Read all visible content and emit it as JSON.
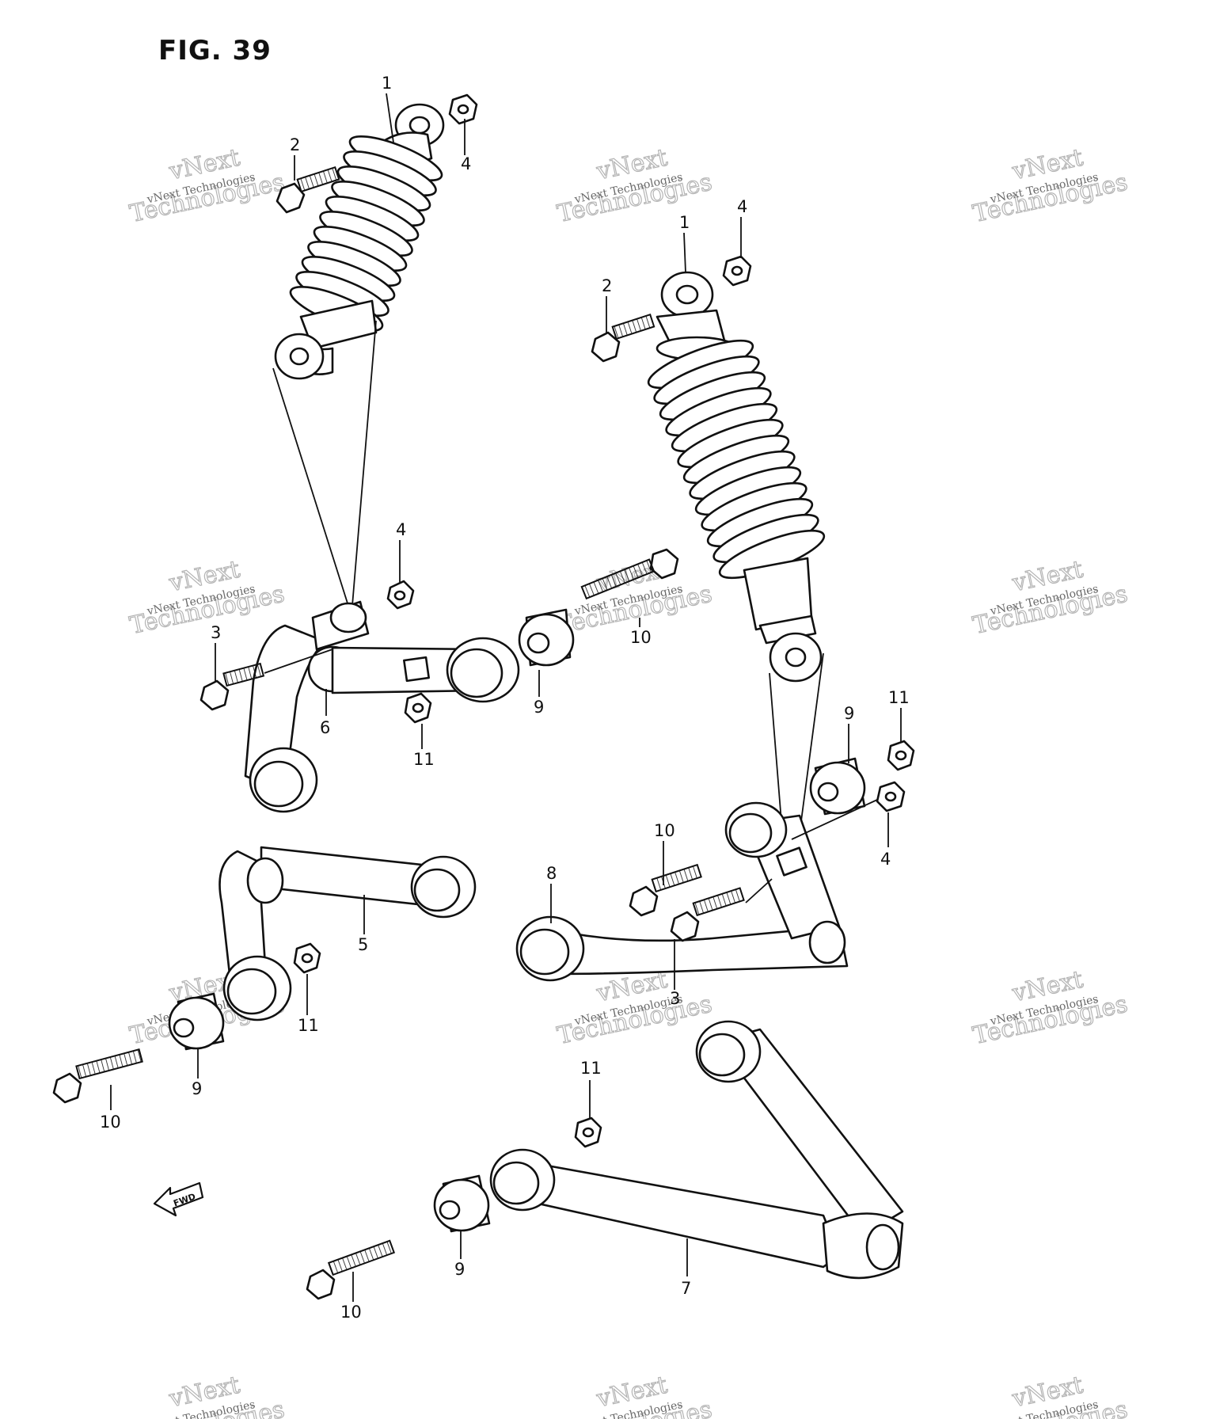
{
  "figure": {
    "title": "FIG. 39"
  },
  "watermark": {
    "line_small": "vNext Technologies",
    "word_top": "vNext",
    "word_bottom": "Technologies"
  },
  "fwd_label": "FWD",
  "callouts": [
    {
      "id": "c1a",
      "label": "1"
    },
    {
      "id": "c2a",
      "label": "2"
    },
    {
      "id": "c4a",
      "label": "4"
    },
    {
      "id": "c1b",
      "label": "1"
    },
    {
      "id": "c4b",
      "label": "4"
    },
    {
      "id": "c2b",
      "label": "2"
    },
    {
      "id": "c4c",
      "label": "4"
    },
    {
      "id": "c3a",
      "label": "3"
    },
    {
      "id": "c10a",
      "label": "10"
    },
    {
      "id": "c6",
      "label": "6"
    },
    {
      "id": "c9a",
      "label": "9"
    },
    {
      "id": "c11a",
      "label": "11"
    },
    {
      "id": "c11b",
      "label": "11"
    },
    {
      "id": "c9b",
      "label": "9"
    },
    {
      "id": "c10b",
      "label": "10"
    },
    {
      "id": "c4d",
      "label": "4"
    },
    {
      "id": "c8",
      "label": "8"
    },
    {
      "id": "c3b",
      "label": "3"
    },
    {
      "id": "c5",
      "label": "5"
    },
    {
      "id": "c11c",
      "label": "11"
    },
    {
      "id": "c9c",
      "label": "9"
    },
    {
      "id": "c10c",
      "label": "10"
    },
    {
      "id": "c11d",
      "label": "11"
    },
    {
      "id": "c9d",
      "label": "9"
    },
    {
      "id": "c7",
      "label": "7"
    },
    {
      "id": "c10d",
      "label": "10"
    }
  ]
}
